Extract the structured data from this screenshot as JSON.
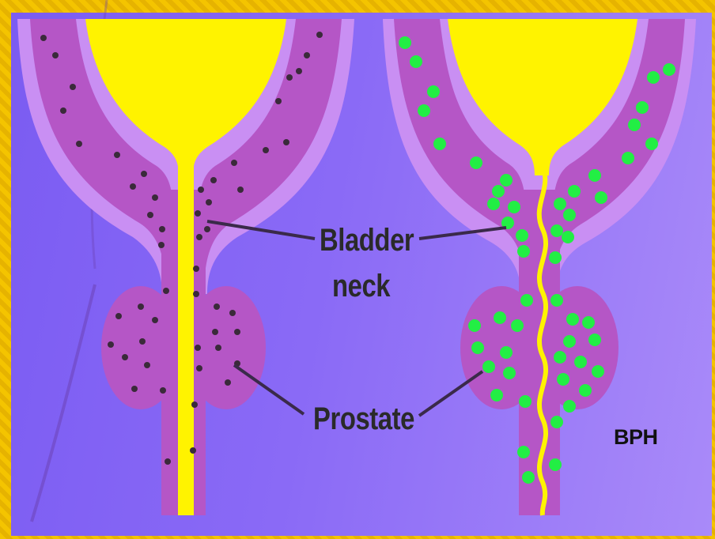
{
  "labels": {
    "bladder_line1": "Bladder",
    "bladder_line2": "neck",
    "prostate": "Prostate",
    "bph": "BPH"
  },
  "colors": {
    "background": "#8a6af6",
    "tissue": "#b556c6",
    "outer_wall": "#c98ff3",
    "urine": "#fff300",
    "dot_normal": "#3a2a3a",
    "dot_bph": "#22ee44",
    "frame": "#f2c200"
  }
}
